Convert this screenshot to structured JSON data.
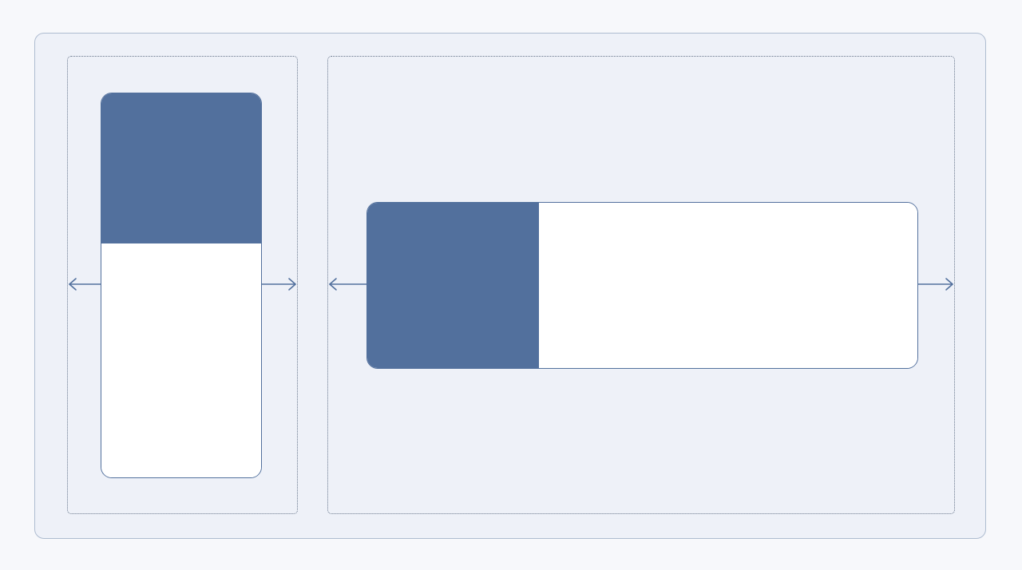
{
  "colors": {
    "canvas_background": "#f7f8fb",
    "frame_fill": "#eef1f8",
    "frame_border": "#aebcd0",
    "zone_border": "#66758a",
    "accent": "#52709d",
    "card_body": "#ffffff"
  },
  "icons": {
    "left_arrow": "arrow-left-icon",
    "right_arrow": "arrow-right-icon"
  },
  "layout_variants": [
    {
      "name": "portrait",
      "media_position": "top"
    },
    {
      "name": "landscape",
      "media_position": "left"
    }
  ]
}
